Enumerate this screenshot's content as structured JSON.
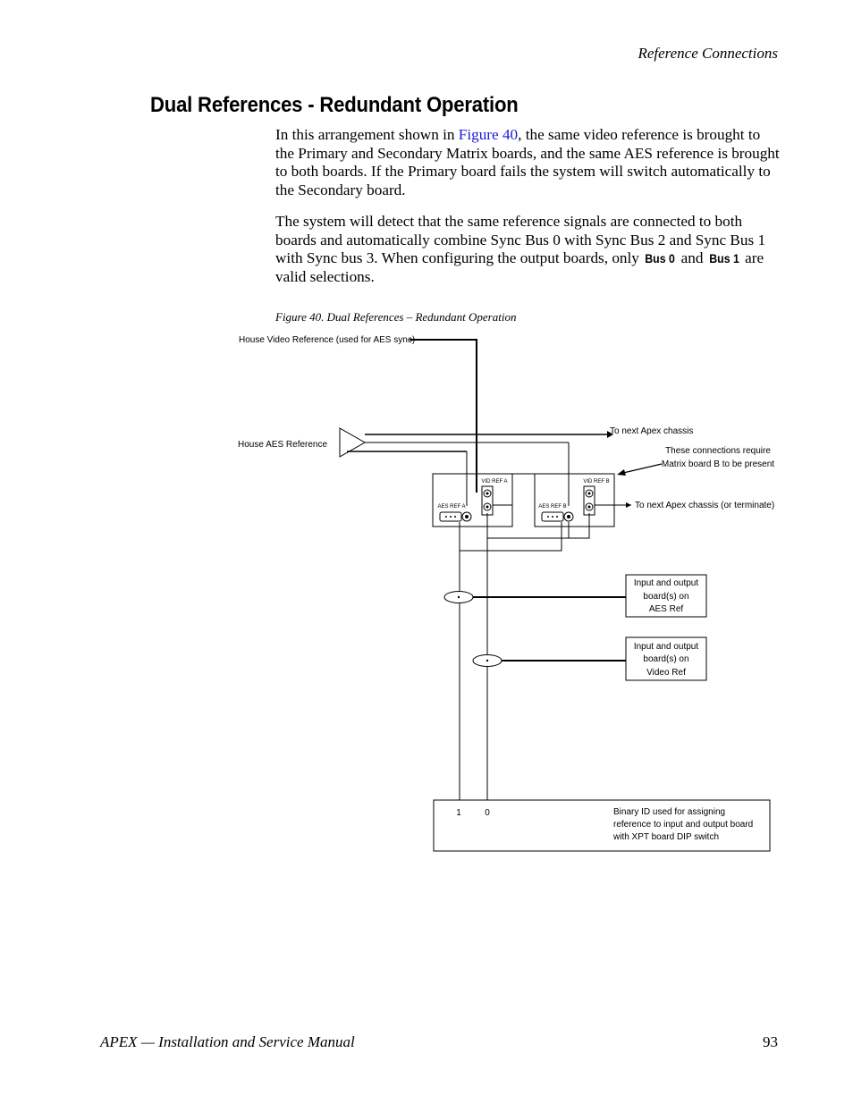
{
  "header": {
    "running_head": "Reference Connections"
  },
  "section": {
    "title": "Dual References - Redundant Operation"
  },
  "body": {
    "p1_a": "In this arrangement shown in ",
    "p1_link": "Figure 40",
    "p1_b": ", the same video reference is brought to the Primary and Secondary Matrix boards, and the same AES reference is brought to both boards. If the Primary board fails the system will switch automatically to the Secondary board.",
    "p2_a": "The system will detect that the same reference signals are connected to both boards and automatically combine Sync Bus 0 with Sync Bus 2 and Sync Bus 1 with Sync bus 3. When configuring the output boards, only ",
    "p2_kw1": "Bus 0",
    "p2_b": " and ",
    "p2_kw2": "Bus 1",
    "p2_c": " are valid selections."
  },
  "figure": {
    "caption": "Figure 40.  Dual References – Redundant Operation",
    "house_video_label": "House Video Reference (used for AES sync)",
    "house_aes_label": "House AES Reference",
    "next_chassis_label": "To next Apex chassis",
    "matrix_note_line1": "These connections require",
    "matrix_note_line2": "Matrix board B to be present",
    "next_chassis_terminate_label": "To next Apex chassis (or terminate)",
    "board_a": {
      "vid_label": "VID REF A",
      "aes_label": "AES REF A"
    },
    "board_b": {
      "vid_label": "VID REF B",
      "aes_label": "AES REF B"
    },
    "aes_box": {
      "line1": "Input and output",
      "line2": "board(s) on",
      "line3": "AES Ref"
    },
    "video_box": {
      "line1": "Input and output",
      "line2": "board(s) on",
      "line3": "Video Ref"
    },
    "binary": {
      "bit1": "1",
      "bit0": "0",
      "line1": "Binary ID used for assigning",
      "line2": "reference to input and output board",
      "line3": "with  XPT board DIP switch"
    }
  },
  "footer": {
    "left": "APEX  —  Installation and Service Manual",
    "page_number": "93"
  }
}
